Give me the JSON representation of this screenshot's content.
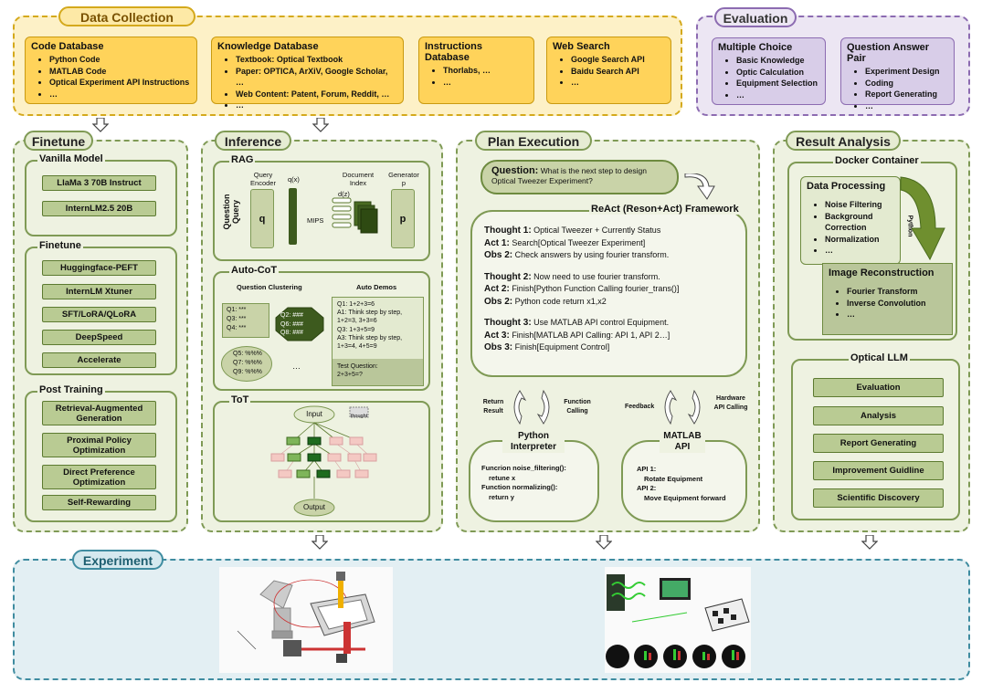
{
  "data_collection": {
    "title": "Data Collection",
    "code_db": {
      "heading": "Code Database",
      "items": [
        "Python Code",
        "MATLAB Code",
        "Optical Experiment API Instructions",
        "…"
      ]
    },
    "knowledge_db": {
      "heading": "Knowledge Database",
      "items": [
        "Textbook: Optical Textbook",
        "Paper: OPTICA, ArXiV, Google Scholar, …",
        "Web Content: Patent, Forum, Reddit, …",
        "…"
      ]
    },
    "instructions_db": {
      "heading": "Instructions Database",
      "items": [
        "Thorlabs, …",
        "…"
      ]
    },
    "web_search": {
      "heading": "Web Search",
      "items": [
        "Google Search API",
        "Baidu Search API",
        "…"
      ]
    }
  },
  "evaluation": {
    "title": "Evaluation",
    "multiple_choice": {
      "heading": "Multiple Choice",
      "items": [
        "Basic Knowledge",
        "Optic Calculation",
        "Equipment Selection",
        "…"
      ]
    },
    "qa_pair": {
      "heading": "Question Answer Pair",
      "items": [
        "Experiment Design",
        "Coding",
        "Report Generating",
        "…"
      ]
    }
  },
  "finetune": {
    "title": "Finetune",
    "vanilla": {
      "heading": "Vanilla Model",
      "items": [
        "LlaMa 3 70B Instruct",
        "InternLM2.5 20B"
      ]
    },
    "finetune": {
      "heading": "Finetune",
      "items": [
        "Huggingface-PEFT",
        "InternLM Xtuner",
        "SFT/LoRA/QLoRA",
        "DeepSpeed",
        "Accelerate"
      ]
    },
    "post": {
      "heading": "Post Training",
      "items": [
        "Retrieval-Augmented Generation",
        "Proximal Policy Optimization",
        "Direct Preference Optimization",
        "Self-Rewarding"
      ]
    }
  },
  "inference": {
    "title": "Inference",
    "rag": {
      "heading": "RAG",
      "question_query": "Question Query",
      "query_encoder": "Query Encoder",
      "qx": "q(x)",
      "q": "q",
      "mips": "MIPS",
      "document_index": "Document Index",
      "dz": "d(z)",
      "generator": "Generator p",
      "p": "p"
    },
    "autocot": {
      "heading": "Auto-CoT",
      "question_clustering": "Question Clustering",
      "auto_demos": "Auto Demos",
      "cluster1": [
        "Q1: ***",
        "Q3: ***",
        "Q4: ***"
      ],
      "cluster2": [
        "Q2: ###",
        "Q6: ###",
        "Q8: ###"
      ],
      "cluster3": [
        "Q5: %%%",
        "Q7: %%%",
        "Q9: %%%"
      ],
      "ellipsis": "…",
      "demos": [
        "Q1: 1+2+3=6",
        "A1: Think step by step, 1+2=3, 3+3=6",
        "Q3: 1+3+5=9",
        "A3: Think step by step, 1+3=4, 4+5=9"
      ],
      "test_question": "Test Question:",
      "test_expr": "2+3+5=?"
    },
    "tot": {
      "heading": "ToT",
      "input": "Input",
      "thought": "thought",
      "output": "Output"
    }
  },
  "plan": {
    "title": "Plan Execution",
    "question_label": "Question:",
    "question_text": "What is the next step to design Optical Tweezer Experiment?",
    "react_title": "ReAct (Reson+Act) Framework",
    "steps": [
      {
        "k": "Thought 1:",
        "v": "Optical Tweezer + Currently Status"
      },
      {
        "k": "Act 1:",
        "v": "Search[Optical Tweezer Experiment]"
      },
      {
        "k": "Obs 2:",
        "v": "Check answers by using fourier transform."
      },
      {
        "k": "Thought 2:",
        "v": "Now need to use fourier transform."
      },
      {
        "k": "Act 2:",
        "v": "Finish[Python Function Calling fourier_trans()]"
      },
      {
        "k": "Obs 2:",
        "v": "Python code return x1,x2"
      },
      {
        "k": "Thought 3:",
        "v": "Use MATLAB API control Equipment."
      },
      {
        "k": "Act 3:",
        "v": "Finish[MATLAB API Calling: API 1, API 2…]"
      },
      {
        "k": "Obs 3:",
        "v": "Finish[Equipment Control]"
      }
    ],
    "return_result": "Return Result",
    "function_calling": "Function Calling",
    "feedback": "Feedback",
    "hardware_api": "Hardware API Calling",
    "python_title": "Python Interpreter",
    "python_code": [
      "Funcrion noise_filtering():",
      "retune x",
      "Function normalizing():",
      "return y"
    ],
    "matlab_title": "MATLAB API",
    "matlab_code": [
      "API 1:",
      "Rotate Equipment",
      "API 2:",
      "Move Equipment forward"
    ]
  },
  "result": {
    "title": "Result Analysis",
    "docker": "Docker Container",
    "data_processing": {
      "heading": "Data Processing",
      "items": [
        "Noise Filtering",
        "Background Correction",
        "Normalization",
        "…"
      ]
    },
    "python_label": "Python",
    "image_recon": {
      "heading": "Image Reconstruction",
      "items": [
        "Fourier Transform",
        "Inverse Convolution",
        "…"
      ]
    },
    "optical_llm": "Optical LLM",
    "llm_items": [
      "Evaluation",
      "Analysis",
      "Report Generating",
      "Improvement Guidline",
      "Scientific Discovery"
    ]
  },
  "experiment": {
    "title": "Experiment"
  },
  "colors": {
    "yellow": "#ffd35a",
    "purple": "#d8cde8",
    "green": "#b9cb93",
    "teal": "#3f8ca0"
  }
}
